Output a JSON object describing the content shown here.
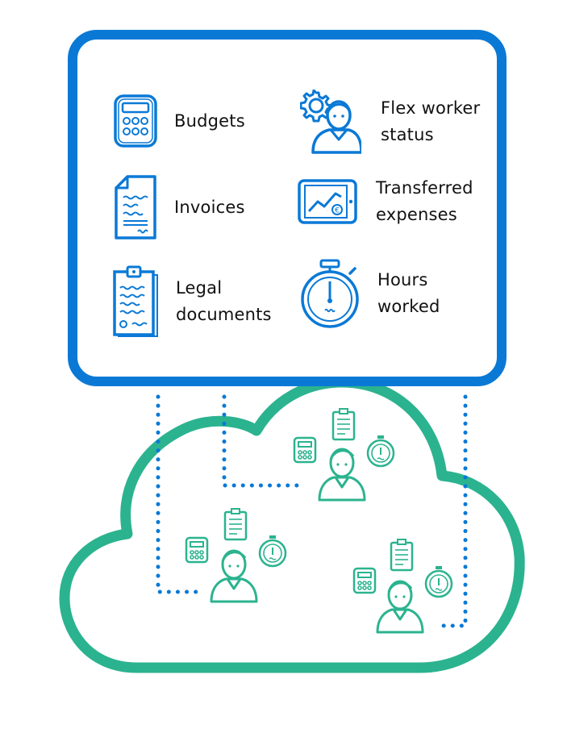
{
  "colors": {
    "panel_border": "#0a79d6",
    "icon_blue": "#0a79d6",
    "cloud_green": "#2bb38f",
    "connector_blue": "#0a79d6",
    "text": "#111111"
  },
  "panel": {
    "items": [
      {
        "icon": "calculator-icon",
        "line1": "Budgets",
        "line2": ""
      },
      {
        "icon": "invoice-icon",
        "line1": "Invoices",
        "line2": ""
      },
      {
        "icon": "clipboard-icon",
        "line1": "Legal",
        "line2": "documents"
      },
      {
        "icon": "worker-gear-icon",
        "line1": "Flex worker",
        "line2": "status"
      },
      {
        "icon": "tablet-chart-icon",
        "line1": "Transferred",
        "line2": "expenses"
      },
      {
        "icon": "stopwatch-icon",
        "line1": "Hours",
        "line2": "worked"
      }
    ]
  }
}
